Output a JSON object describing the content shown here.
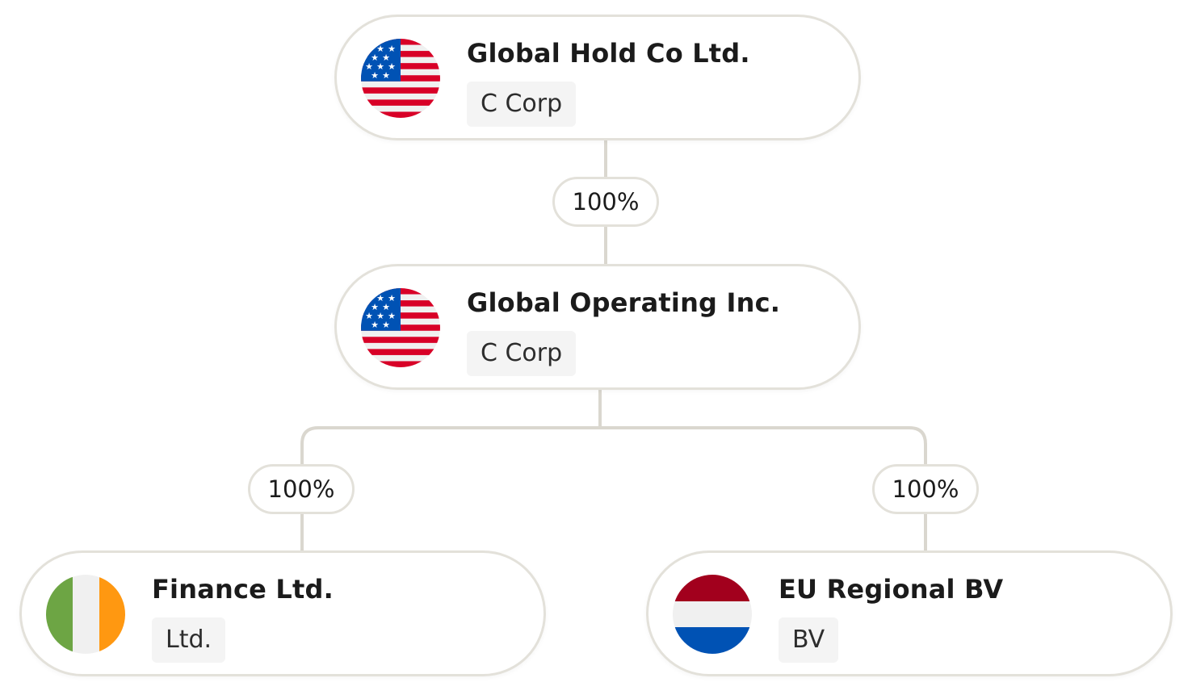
{
  "entities": [
    {
      "name": "Global Hold Co Ltd.",
      "type": "C Corp",
      "flag": "united-states-flag-icon"
    },
    {
      "name": "Global Operating Inc.",
      "type": "C Corp",
      "flag": "united-states-flag-icon"
    },
    {
      "name": "Finance Ltd.",
      "type": "Ltd.",
      "flag": "ireland-flag-icon"
    },
    {
      "name": "EU Regional BV",
      "type": "BV",
      "flag": "netherlands-flag-icon"
    }
  ],
  "ownership": [
    {
      "from": "Global Hold Co Ltd.",
      "to": "Global Operating Inc.",
      "label": "100%"
    },
    {
      "from": "Global Operating Inc.",
      "to": "Finance Ltd.",
      "label": "100%"
    },
    {
      "from": "Global Operating Inc.",
      "to": "EU Regional BV",
      "label": "100%"
    }
  ],
  "colors": {
    "border": "#e3e1da",
    "connector": "#dad7cf",
    "tag_background": "#f4f4f4",
    "us_red": "#d80027",
    "us_blue": "#0052b4",
    "ireland_green": "#6da544",
    "ireland_orange": "#ff9811",
    "netherlands_red": "#a2001d",
    "netherlands_blue": "#0052b4"
  }
}
